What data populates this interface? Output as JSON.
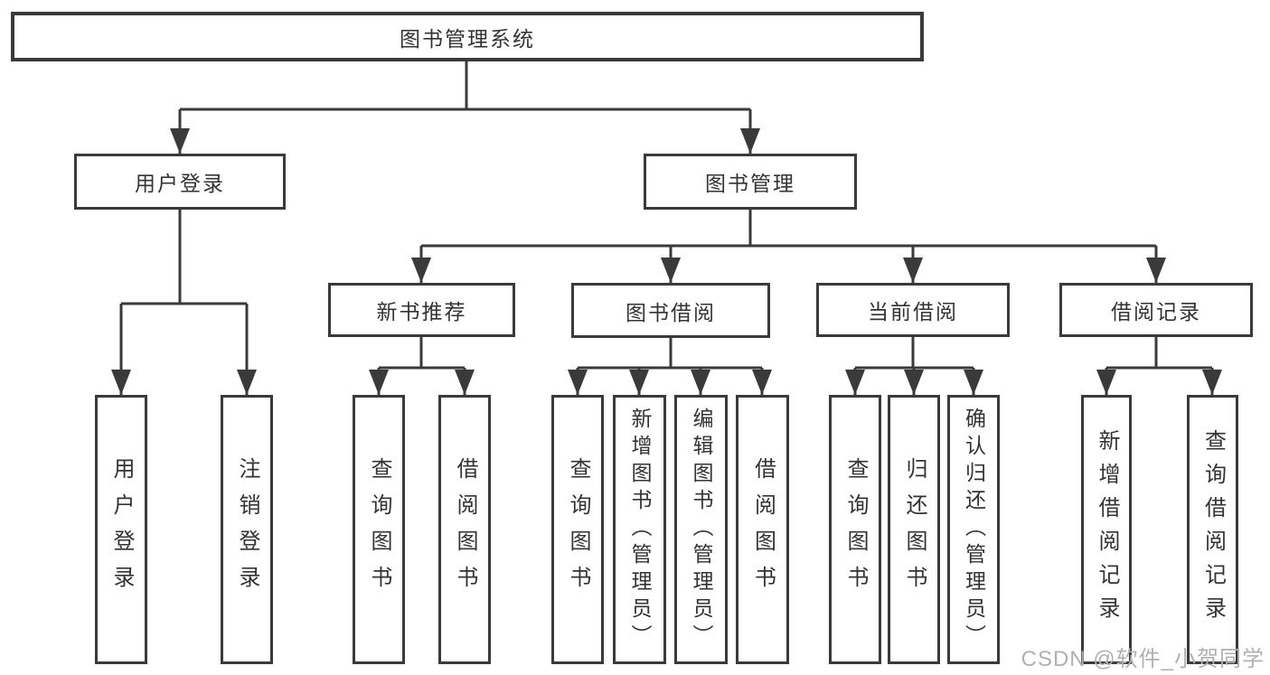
{
  "tree": {
    "root": "图书管理系统",
    "branches": [
      {
        "label": "用户登录",
        "children": [
          {
            "label": "用户登录"
          },
          {
            "label": "注销登录"
          }
        ]
      },
      {
        "label": "图书管理",
        "children": [
          {
            "label": "新书推荐",
            "children": [
              {
                "label": "查询图书"
              },
              {
                "label": "借阅图书"
              }
            ]
          },
          {
            "label": "图书借阅",
            "children": [
              {
                "label": "查询图书"
              },
              {
                "label": "新增图书（管理员）"
              },
              {
                "label": "编辑图书（管理员）"
              },
              {
                "label": "借阅图书"
              }
            ]
          },
          {
            "label": "当前借阅",
            "children": [
              {
                "label": "查询图书"
              },
              {
                "label": "归还图书"
              },
              {
                "label": "确认归还（管理员）"
              }
            ]
          },
          {
            "label": "借阅记录",
            "children": [
              {
                "label": "新增借阅记录"
              },
              {
                "label": "查询借阅记录"
              }
            ]
          }
        ]
      }
    ]
  },
  "watermark": {
    "text": "CSDN @软件_小贺同学"
  },
  "colors": {
    "line": "#3a3a3a",
    "box_border": "#3a3a3a",
    "text": "#333333",
    "background": "#ffffff",
    "watermark": "#b0b0b0"
  }
}
